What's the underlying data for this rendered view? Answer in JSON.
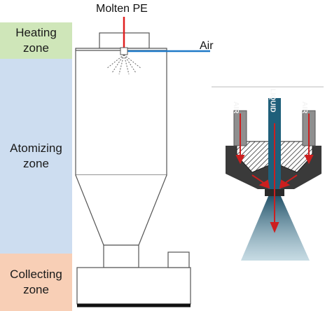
{
  "zones": {
    "heating": {
      "line1": "Heating",
      "line2": "zone",
      "color": "#cfe6b9"
    },
    "atomizing": {
      "line1": "Atomizing",
      "line2": "zone",
      "color": "#cdddf0"
    },
    "collecting": {
      "line1": "Collecting",
      "line2": "zone",
      "color": "#f8cfb6"
    }
  },
  "labels": {
    "molten_pe": "Molten PE",
    "air": "Air"
  },
  "nozzle_labels": {
    "left": "AIR",
    "center": "LIQUID",
    "right": "AIR"
  },
  "colors": {
    "pe_line": "#e02020",
    "air_line": "#1f7ac8",
    "vessel_outline": "#555555",
    "nozzle_body": "#3a3a3a",
    "liquid_channel": "#1f5f7a",
    "spray": "#2f6f8a",
    "arrow": "#cc1f1f"
  }
}
